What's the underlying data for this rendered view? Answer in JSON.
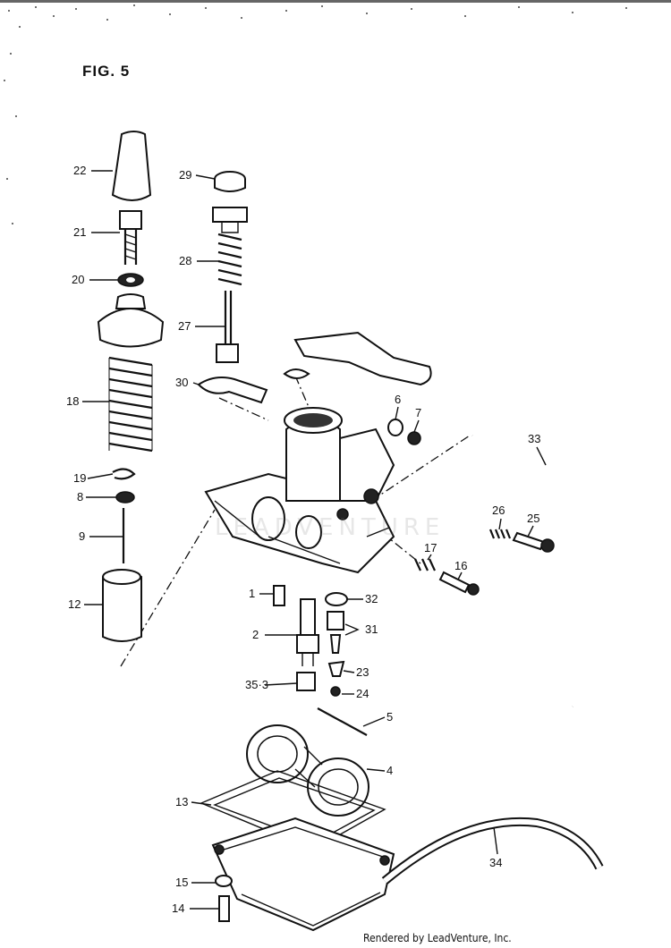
{
  "figure": {
    "title": "FIG. 5"
  },
  "credit": "Rendered by LeadVenture, Inc.",
  "watermark": "LEADVENTURE",
  "callouts": [
    "1",
    "2",
    "35·3",
    "4",
    "5",
    "6",
    "7",
    "8",
    "9",
    "12",
    "13",
    "14",
    "15",
    "16",
    "17",
    "18",
    "19",
    "20",
    "21",
    "22",
    "23",
    "24",
    "25",
    "26",
    "27",
    "28",
    "29",
    "30",
    "31",
    "32",
    "33",
    "34"
  ]
}
